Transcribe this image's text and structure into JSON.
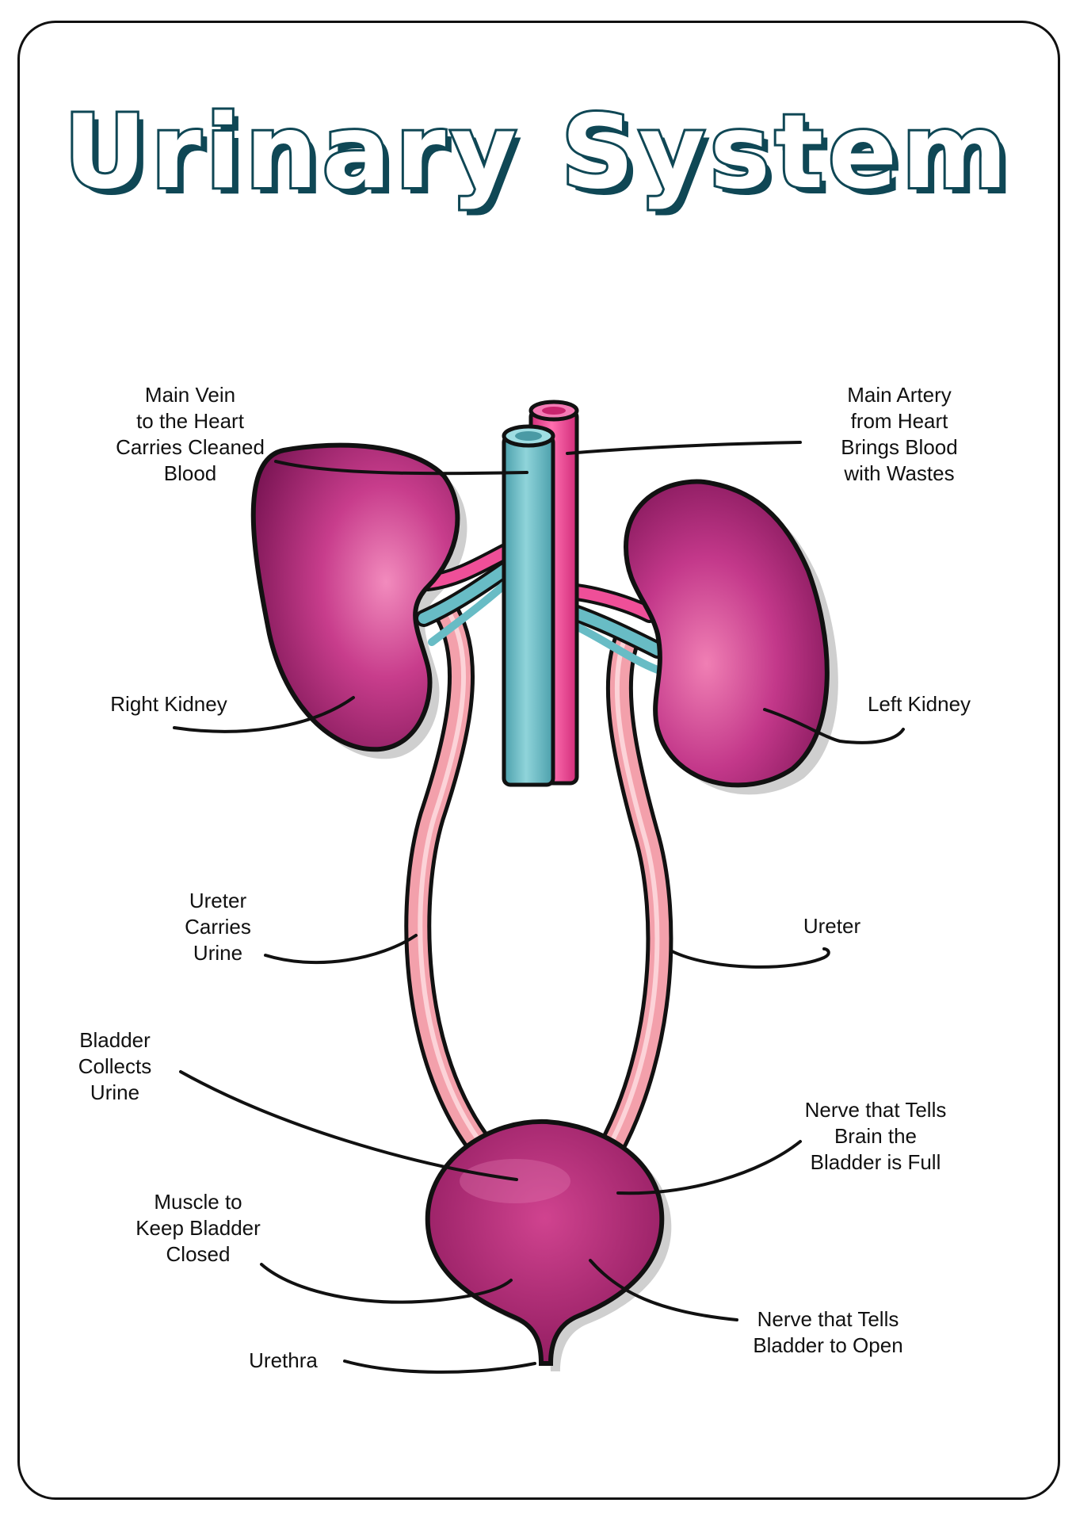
{
  "title": "Urinary System",
  "colors": {
    "kidney": "#b72e7f",
    "kidney_highlight": "#ef7fb6",
    "artery": "#ef4f98",
    "vein": "#68bcc5",
    "ureter": "#f3a0ab",
    "bladder": "#a51f6c",
    "title_outline": "#0f4755"
  },
  "labels": {
    "main_vein": "Main Vein\nto the Heart\nCarries Cleaned\nBlood",
    "main_artery": "Main Artery\nfrom Heart\nBrings Blood\nwith Wastes",
    "right_kidney": "Right Kidney",
    "left_kidney": "Left Kidney",
    "ureter_left": "Ureter\nCarries\nUrine",
    "ureter_right": "Ureter",
    "bladder": "Bladder\nCollects\nUrine",
    "nerve_full": "Nerve that Tells\nBrain the\nBladder is Full",
    "muscle": "Muscle to\nKeep Bladder\nClosed",
    "nerve_open": "Nerve that Tells\nBladder to Open",
    "urethra": "Urethra"
  }
}
